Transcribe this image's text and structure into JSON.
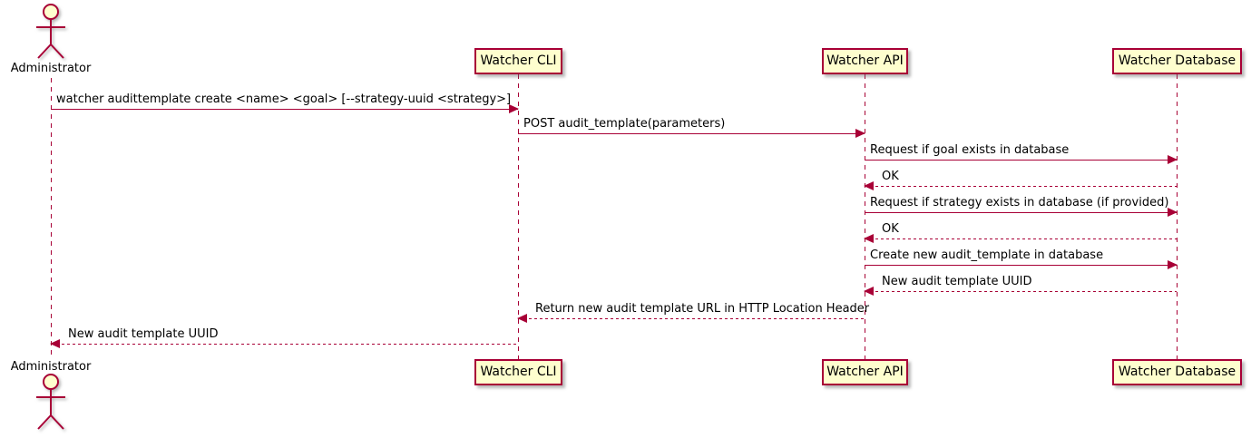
{
  "diagram": {
    "type": "sequence-diagram",
    "colors": {
      "accent": "#A80036",
      "participant_fill": "#FEFECE",
      "text": "#000000",
      "background": "#FFFFFF"
    }
  },
  "actor": {
    "label": "Administrator"
  },
  "participants": [
    {
      "label": "Watcher CLI"
    },
    {
      "label": "Watcher API"
    },
    {
      "label": "Watcher Database"
    }
  ],
  "messages": [
    {
      "from": "Administrator",
      "to": "Watcher CLI",
      "style": "solid",
      "label": "watcher audittemplate create <name> <goal> [--strategy-uuid <strategy>]"
    },
    {
      "from": "Watcher CLI",
      "to": "Watcher API",
      "style": "solid",
      "label": "POST audit_template(parameters)"
    },
    {
      "from": "Watcher API",
      "to": "Watcher Database",
      "style": "solid",
      "label": "Request if goal exists in database"
    },
    {
      "from": "Watcher Database",
      "to": "Watcher API",
      "style": "dashed",
      "label": "OK"
    },
    {
      "from": "Watcher API",
      "to": "Watcher Database",
      "style": "solid",
      "label": "Request if strategy exists in database (if provided)"
    },
    {
      "from": "Watcher Database",
      "to": "Watcher API",
      "style": "dashed",
      "label": "OK"
    },
    {
      "from": "Watcher API",
      "to": "Watcher Database",
      "style": "solid",
      "label": "Create new audit_template in database"
    },
    {
      "from": "Watcher Database",
      "to": "Watcher API",
      "style": "dashed",
      "label": "New audit template UUID"
    },
    {
      "from": "Watcher API",
      "to": "Watcher CLI",
      "style": "dashed",
      "label": "Return new audit template URL in HTTP Location Header"
    },
    {
      "from": "Watcher CLI",
      "to": "Administrator",
      "style": "dashed",
      "label": "New audit template UUID"
    }
  ]
}
